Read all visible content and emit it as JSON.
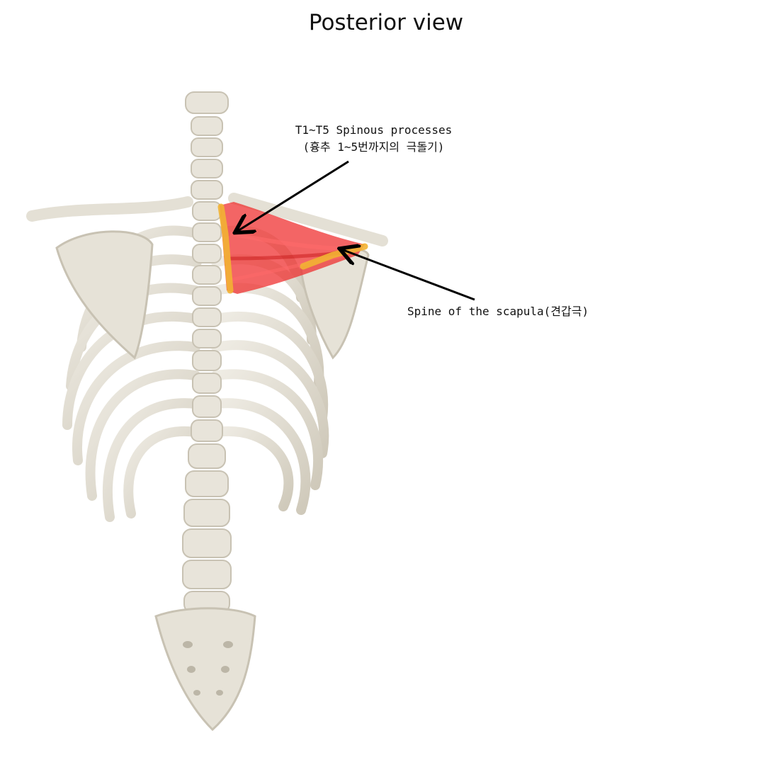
{
  "title": "Posterior view",
  "annotations": {
    "origin_line1": "T1~T5 Spinous processes",
    "origin_line2": "(흉추 1~5번까지의 극돌기)",
    "insertion": "Spine of the scapula(견갑극)"
  },
  "colors": {
    "bone": "#e3dfd3",
    "bone_shade": "#c9c3b4",
    "muscle": "#ee2a2a",
    "attachment": "#f2b233",
    "arrow": "#000000"
  },
  "icons": [
    "skeleton-illustration",
    "muscle-overlay",
    "arrow-icon"
  ]
}
